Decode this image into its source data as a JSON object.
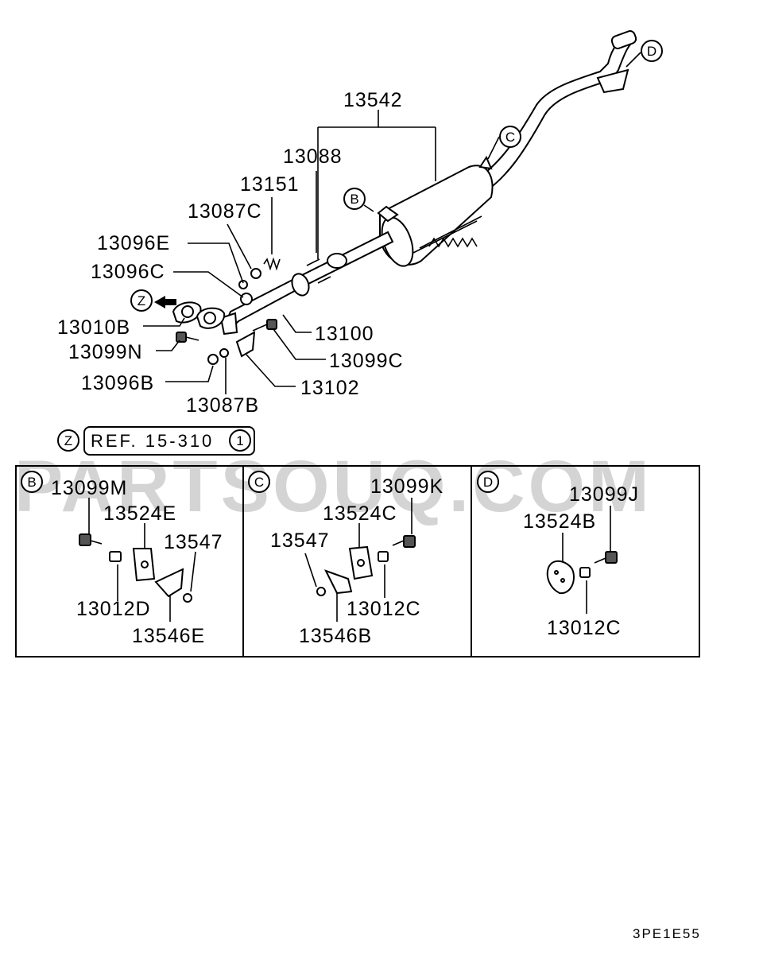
{
  "watermark": "PARTSOUQ.COM",
  "drawing_code": "3PE1E55",
  "reference": {
    "marker": "Z",
    "text": "REF. 15-310",
    "circle_number": "1"
  },
  "main_callouts": {
    "c13542": "13542",
    "c13088": "13088",
    "c13151": "13151",
    "c13087C": "13087C",
    "c13096E": "13096E",
    "c13096C": "13096C",
    "c13010B": "13010B",
    "c13099N": "13099N",
    "c13096B": "13096B",
    "c13087B": "13087B",
    "c13100": "13100",
    "c13099C": "13099C",
    "c13102": "13102"
  },
  "markers": {
    "B": "B",
    "C": "C",
    "D": "D",
    "Z": "Z"
  },
  "detail_b": {
    "marker": "B",
    "c13099M": "13099M",
    "c13524E": "13524E",
    "c13547": "13547",
    "c13012D": "13012D",
    "c13546E": "13546E"
  },
  "detail_c": {
    "marker": "C",
    "c13099K": "13099K",
    "c13524C": "13524C",
    "c13547": "13547",
    "c13012C": "13012C",
    "c13546B": "13546B"
  },
  "detail_d": {
    "marker": "D",
    "c13099J": "13099J",
    "c13524B": "13524B",
    "c13012C": "13012C"
  }
}
